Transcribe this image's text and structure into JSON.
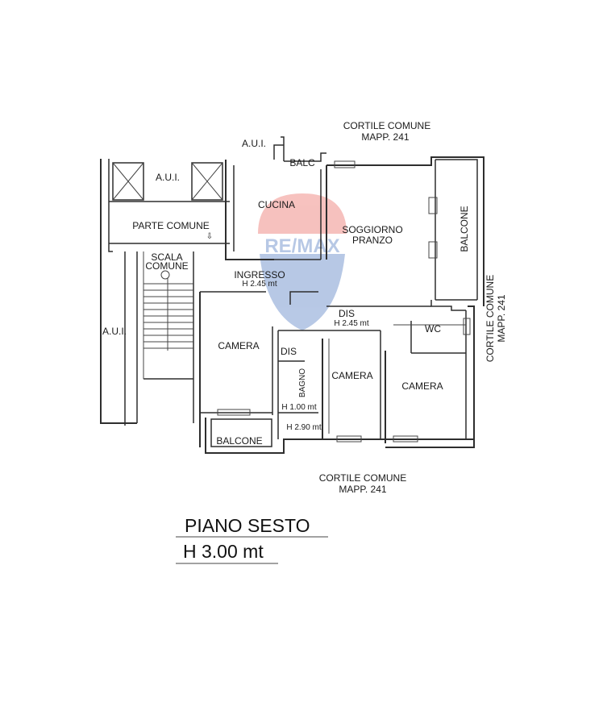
{
  "floor": {
    "name": "PIANO SESTO",
    "height": "H 3.00 mt"
  },
  "outside": {
    "courtyard_top": "CORTILE COMUNE",
    "mapp_top": "MAPP. 241",
    "courtyard_bottom": "CORTILE COMUNE",
    "mapp_bottom": "MAPP. 241",
    "courtyard_right": "CORTILE COMUNE",
    "mapp_right": "MAPP. 241",
    "aui_top": "A.U.I.",
    "aui_left_top": "A.U.I.",
    "aui_left": "A.U.I."
  },
  "rooms": {
    "balc": "BALC",
    "cucina": "CUCINA",
    "soggiorno": "SOGGIORNO",
    "pranzo": "PRANZO",
    "balcone_right": "BALCONE",
    "parte_comune": "PARTE COMUNE",
    "scala": "SCALA",
    "comune": "COMUNE",
    "ingresso": "INGRESSO",
    "ingresso_h": "H 2.45 mt",
    "dis": "DIS",
    "dis_h": "H 2.45 mt",
    "wc": "WC",
    "camera_left": "CAMERA",
    "dis_small": "DIS",
    "bagno": "BAGNO",
    "bagno_h1": "H 1.00 mt",
    "bagno_h2": "H 2.90 mt",
    "camera_mid": "CAMERA",
    "camera_right": "CAMERA",
    "balcone_bottom": "BALCONE"
  },
  "watermark": {
    "text": "RE/MAX",
    "colors": [
      "#e2231a",
      "#003da5"
    ]
  }
}
